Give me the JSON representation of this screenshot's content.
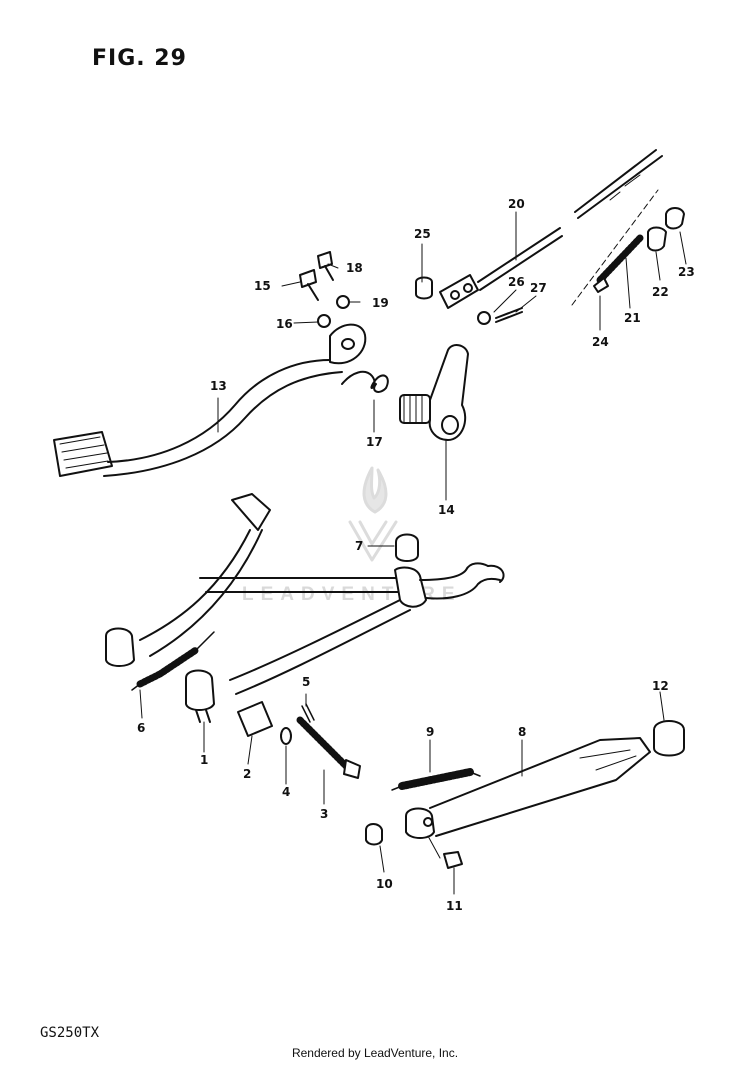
{
  "figure": {
    "title": "FIG. 29"
  },
  "model": "GS250TX",
  "credit": "Rendered by LeadVenture, Inc.",
  "watermark": {
    "text": "LEADVENTURE",
    "icon": "leadventure-logo-icon"
  },
  "callouts": [
    "1",
    "2",
    "3",
    "4",
    "5",
    "6",
    "7",
    "8",
    "9",
    "10",
    "11",
    "12",
    "13",
    "14",
    "15",
    "16",
    "17",
    "18",
    "19",
    "20",
    "21",
    "22",
    "23",
    "24",
    "25",
    "26",
    "27"
  ]
}
